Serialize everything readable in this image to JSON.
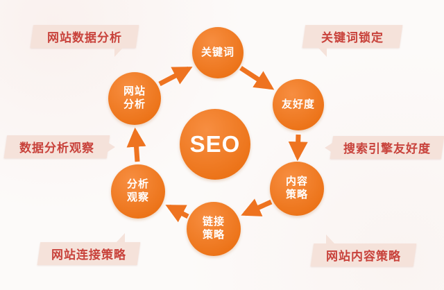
{
  "center": {
    "label": "SEO"
  },
  "nodes": [
    {
      "id": "site-analysis",
      "label": "网站分析"
    },
    {
      "id": "keywords",
      "label": "关键词"
    },
    {
      "id": "friendliness",
      "label": "友好度"
    },
    {
      "id": "content-strategy",
      "label": "内容策略"
    },
    {
      "id": "link-strategy",
      "label": "链接策略"
    },
    {
      "id": "analysis-observation",
      "label": "分析观察"
    }
  ],
  "callouts": [
    {
      "id": "site-data-analysis",
      "label": "网站数据分析"
    },
    {
      "id": "keyword-locking",
      "label": "关键词锁定"
    },
    {
      "id": "data-analysis-observation",
      "label": "数据分析观察"
    },
    {
      "id": "search-engine-friendliness",
      "label": "搜索引擎友好度"
    },
    {
      "id": "site-link-strategy",
      "label": "网站连接策略"
    },
    {
      "id": "site-content-strategy",
      "label": "网站内容策略"
    }
  ],
  "colors": {
    "node_orange": "#ec7318",
    "arrow_orange": "#ee7320",
    "callout_bg": "#f5e2da",
    "callout_text": "#c8423b",
    "center_text": "#ffffff"
  }
}
